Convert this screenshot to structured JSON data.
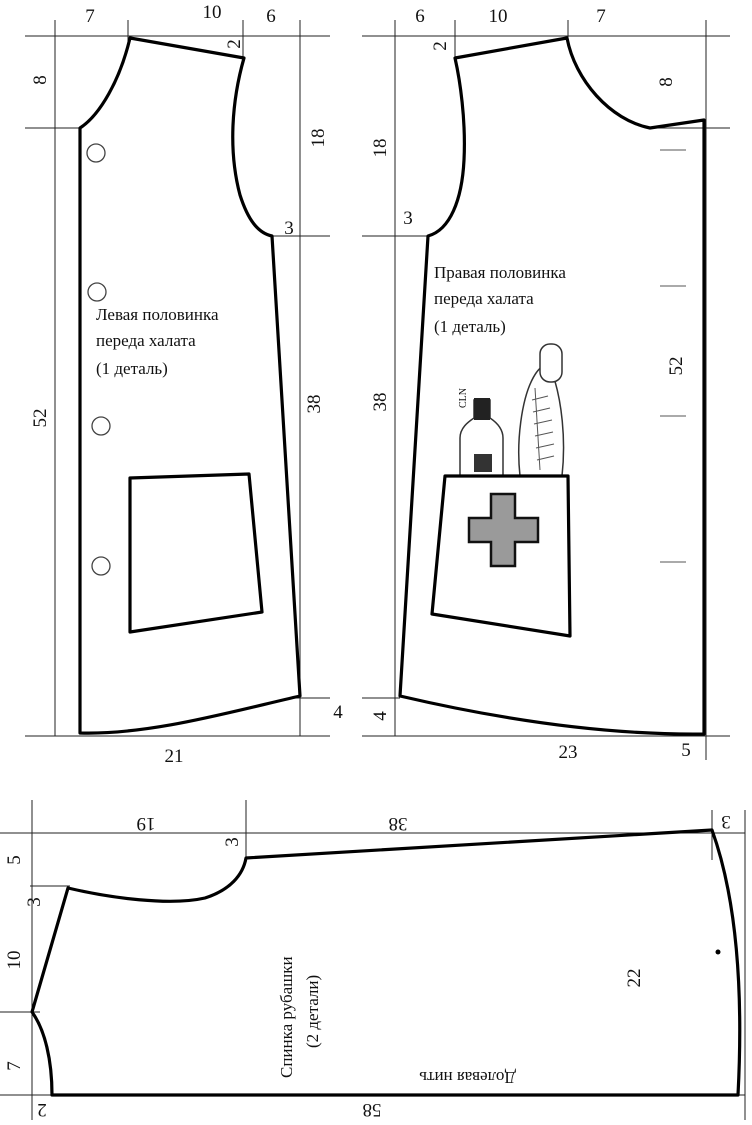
{
  "left_front": {
    "dims": {
      "top_a": "7",
      "top_b": "10",
      "top_c": "6",
      "neck_drop": "8",
      "shoulder_slope": "2",
      "armhole_depth": "18",
      "armhole_point": "3",
      "side_length": "38",
      "front_length": "52",
      "hem_rise": "4",
      "hem_width": "21"
    },
    "label": [
      "Левая половинка",
      "переда халата",
      "(1 деталь)"
    ]
  },
  "right_front": {
    "dims": {
      "top_a": "6",
      "top_b": "10",
      "top_c": "7",
      "neck_drop": "8",
      "shoulder_slope": "2",
      "armhole_depth": "18",
      "armhole_point": "3",
      "side_length": "38",
      "front_length": "52",
      "hem_rise": "4",
      "hem_width": "23",
      "hem_ext": "5"
    },
    "label": [
      "Правая половинка",
      "переда халата",
      "(1 деталь)"
    ],
    "pocket_art": {
      "bottle_text": "CLN",
      "cross_color": "#9a9a9a"
    }
  },
  "back": {
    "dims": {
      "top_a": "19",
      "top_b": "38",
      "corner_right": "3",
      "corner_mid": "3",
      "corner_left": "3",
      "left_top": "5",
      "left_mid": "10",
      "left_bottom": "7",
      "right_side": "22",
      "bottom_len": "58",
      "bottom_corner": "2"
    },
    "label": [
      "Спинка рубашки",
      "(2 детали)"
    ],
    "grain": "Долевая нить"
  }
}
